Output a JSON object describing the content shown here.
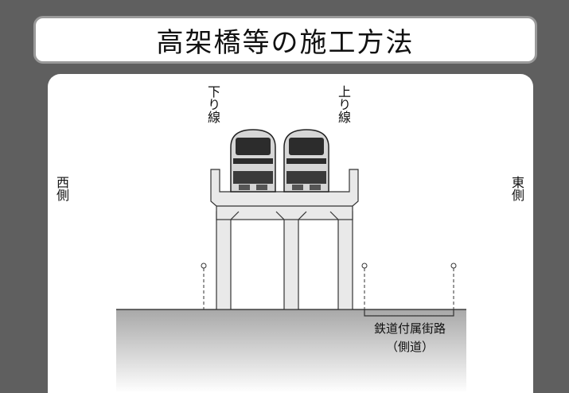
{
  "title": "高架橋等の施工方法",
  "labels": {
    "down_line": "下り線",
    "up_line": "上り線",
    "west_side": "西側",
    "east_side": "東側",
    "side_road_main": "鉄道付属街路",
    "side_road_sub": "（側道）"
  },
  "colors": {
    "background": "#5f5f5f",
    "panel": "#ffffff",
    "viaduct": "#e8e8e8",
    "ground_top": "#a9a9a9",
    "ground_bottom": "#ffffff",
    "train_body": "#cfcfcf",
    "train_dark": "#2b2b2b"
  }
}
